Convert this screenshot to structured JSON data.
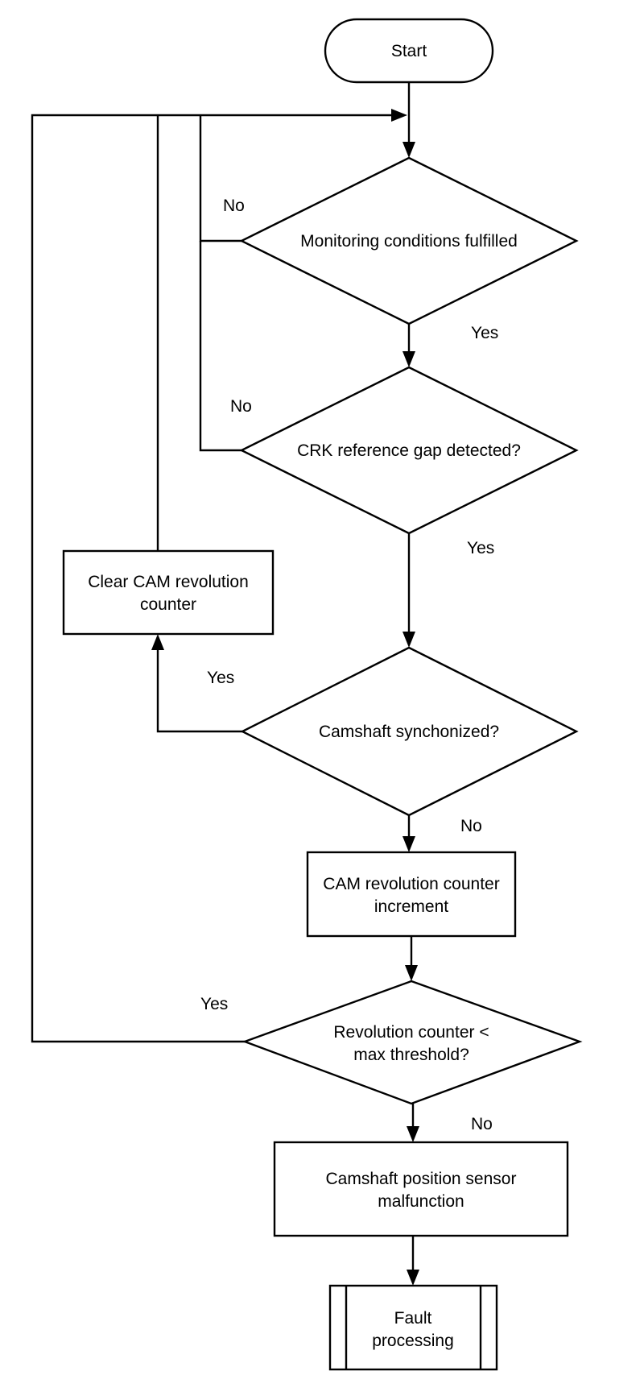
{
  "nodes": {
    "start": {
      "lines": [
        "Start"
      ]
    },
    "monitoring": {
      "lines": [
        "Monitoring conditions fulfilled"
      ]
    },
    "crk_gap": {
      "lines": [
        "CRK reference gap detected?"
      ]
    },
    "clear_counter": {
      "lines": [
        "Clear CAM revolution",
        "counter"
      ]
    },
    "cam_sync": {
      "lines": [
        "Camshaft synchonized?"
      ]
    },
    "increment": {
      "lines": [
        "CAM revolution counter",
        "increment"
      ]
    },
    "threshold": {
      "lines": [
        "Revolution counter <",
        "max threshold?"
      ]
    },
    "malfunction": {
      "lines": [
        "Camshaft position sensor",
        "malfunction"
      ]
    },
    "fault": {
      "lines": [
        "Fault",
        "processing"
      ]
    }
  },
  "edge_labels": {
    "monitoring_no": "No",
    "monitoring_yes": "Yes",
    "crk_no": "No",
    "crk_yes": "Yes",
    "sync_yes": "Yes",
    "sync_no": "No",
    "threshold_yes": "Yes",
    "threshold_no": "No"
  }
}
